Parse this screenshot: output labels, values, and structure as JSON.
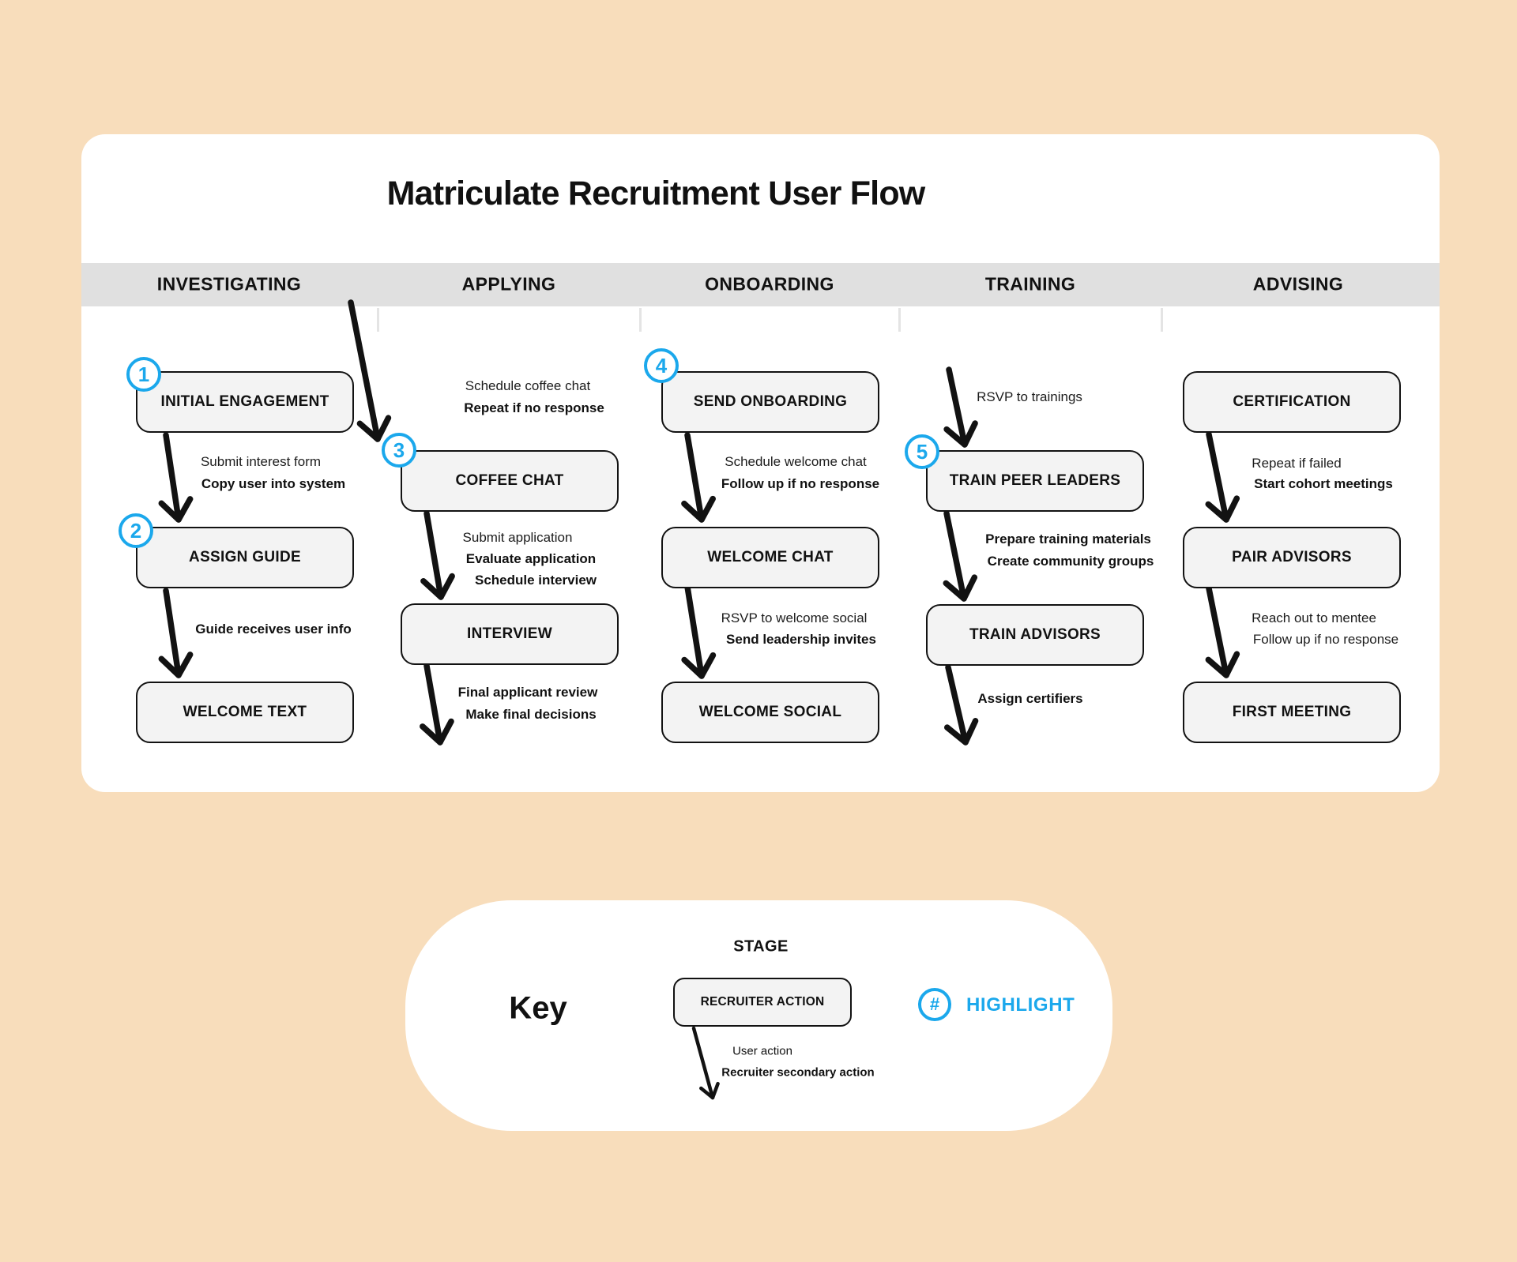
{
  "title": "Matriculate Recruitment User Flow",
  "stages": [
    "INVESTIGATING",
    "APPLYING",
    "ONBOARDING",
    "TRAINING",
    "ADVISING"
  ],
  "nodes": [
    {
      "id": "initial-engagement",
      "label": "INITIAL ENGAGEMENT",
      "badge": "1"
    },
    {
      "id": "assign-guide",
      "label": "ASSIGN GUIDE",
      "badge": "2"
    },
    {
      "id": "welcome-text",
      "label": "WELCOME TEXT"
    },
    {
      "id": "coffee-chat",
      "label": "COFFEE CHAT",
      "badge": "3"
    },
    {
      "id": "interview",
      "label": "INTERVIEW"
    },
    {
      "id": "send-onboarding",
      "label": "SEND ONBOARDING",
      "badge": "4"
    },
    {
      "id": "welcome-chat",
      "label": "WELCOME CHAT"
    },
    {
      "id": "welcome-social",
      "label": "WELCOME SOCIAL"
    },
    {
      "id": "train-peer-leaders",
      "label": "TRAIN PEER LEADERS",
      "badge": "5"
    },
    {
      "id": "train-advisors",
      "label": "TRAIN ADVISORS"
    },
    {
      "id": "certification",
      "label": "CERTIFICATION"
    },
    {
      "id": "pair-advisors",
      "label": "PAIR ADVISORS"
    },
    {
      "id": "first-meeting",
      "label": "FIRST MEETING"
    }
  ],
  "edge_labels": [
    {
      "id": "c1g1a",
      "text": "Submit interest form",
      "bold": false
    },
    {
      "id": "c1g1b",
      "text": "Copy user into system",
      "bold": true
    },
    {
      "id": "c1g2a",
      "text": "Guide receives user info",
      "bold": true
    },
    {
      "id": "c2g0a",
      "text": "Schedule coffee chat",
      "bold": false
    },
    {
      "id": "c2g0b",
      "text": "Repeat if no response",
      "bold": true
    },
    {
      "id": "c2g1a",
      "text": "Submit application",
      "bold": false
    },
    {
      "id": "c2g1b",
      "text": "Evaluate application",
      "bold": true
    },
    {
      "id": "c2g1c",
      "text": "Schedule interview",
      "bold": true
    },
    {
      "id": "c2g2a",
      "text": "Final applicant review",
      "bold": true
    },
    {
      "id": "c2g2b",
      "text": "Make final decisions",
      "bold": true
    },
    {
      "id": "c3g1a",
      "text": "Schedule welcome chat",
      "bold": false
    },
    {
      "id": "c3g1b",
      "text": "Follow up if no response",
      "bold": true
    },
    {
      "id": "c3g2a",
      "text": "RSVP to welcome social",
      "bold": false
    },
    {
      "id": "c3g2b",
      "text": "Send leadership invites",
      "bold": true
    },
    {
      "id": "c4g0a",
      "text": "RSVP to trainings",
      "bold": false
    },
    {
      "id": "c4g1a",
      "text": "Prepare training materials",
      "bold": true
    },
    {
      "id": "c4g1b",
      "text": "Create community groups",
      "bold": true
    },
    {
      "id": "c4g2a",
      "text": "Assign certifiers",
      "bold": true
    },
    {
      "id": "c5g1a",
      "text": "Repeat if failed",
      "bold": false
    },
    {
      "id": "c5g1b",
      "text": "Start cohort meetings",
      "bold": true
    },
    {
      "id": "c5g2a",
      "text": "Reach out to mentee",
      "bold": false
    },
    {
      "id": "c5g2b",
      "text": "Follow up if no response",
      "bold": false
    }
  ],
  "key": {
    "heading": "Key",
    "stage_label": "STAGE",
    "recruiter_action_label": "RECRUITER ACTION",
    "user_action": "User action",
    "secondary_action": "Recruiter secondary action",
    "highlight_symbol": "#",
    "highlight_label": "HIGHLIGHT"
  },
  "colors": {
    "accent_blue": "#1BA8EC",
    "background": "#F8DDBB",
    "band_gray": "#E0E0E0",
    "box_fill": "#F3F3F3",
    "ink": "#111111"
  }
}
